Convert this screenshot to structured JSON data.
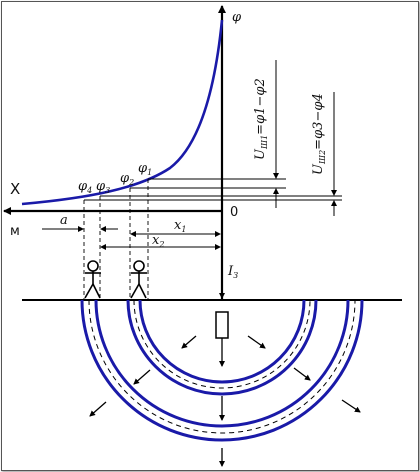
{
  "labels": {
    "phi_axis": "φ",
    "x_axis": "X",
    "m_unit": "м",
    "origin": "0",
    "current": "I",
    "current_sub": "З",
    "phi1": "φ",
    "phi1_sub": "1",
    "phi2": "φ",
    "phi2_sub": "2",
    "phi3": "φ",
    "phi3_sub": "3",
    "phi4": "φ",
    "phi4_sub": "4",
    "a": "a",
    "x1": "x",
    "x1_sub": "1",
    "x2": "x",
    "x2_sub": "2",
    "u_sh1": "U",
    "u_sh1_sub": "Ш1",
    "u_sh1_eq": "=φ1−φ2",
    "u_sh2": "U",
    "u_sh2_sub": "Ш2",
    "u_sh2_eq": "=φ3−φ4"
  },
  "colors": {
    "curve": "#1a1aa8",
    "rings": "#1a1aa8",
    "axis": "#000000"
  },
  "icons": {
    "person1": "standing-person-icon",
    "person2": "standing-person-icon",
    "electrode": "ground-electrode-icon"
  }
}
